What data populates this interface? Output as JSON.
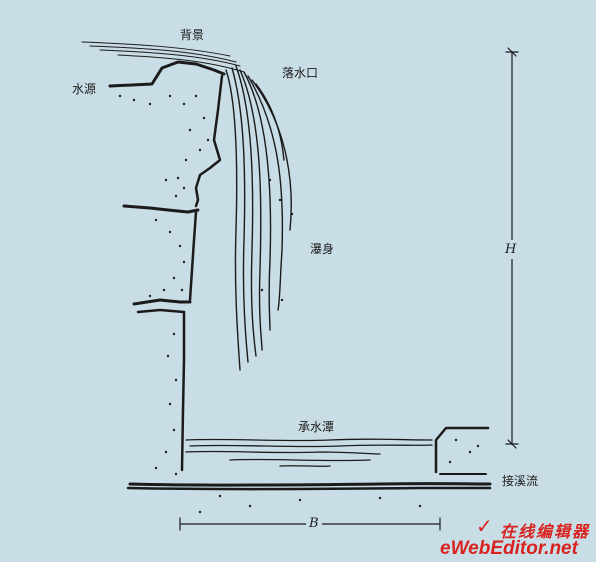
{
  "labels": {
    "background": "背景",
    "water_source": "水源",
    "drop_outlet": "落水口",
    "fall_body": "瀑身",
    "receiving_pool": "承水潭",
    "stream_connection": "接溪流"
  },
  "dimensions": {
    "height": "H",
    "width": "B"
  },
  "watermark": {
    "check_mark": "✓",
    "title": "在线编辑器",
    "site": "eWebEditor.net"
  },
  "colors": {
    "background": "#c9dde6",
    "ink": "#1b1b1b",
    "watermark": "#d8231f"
  }
}
